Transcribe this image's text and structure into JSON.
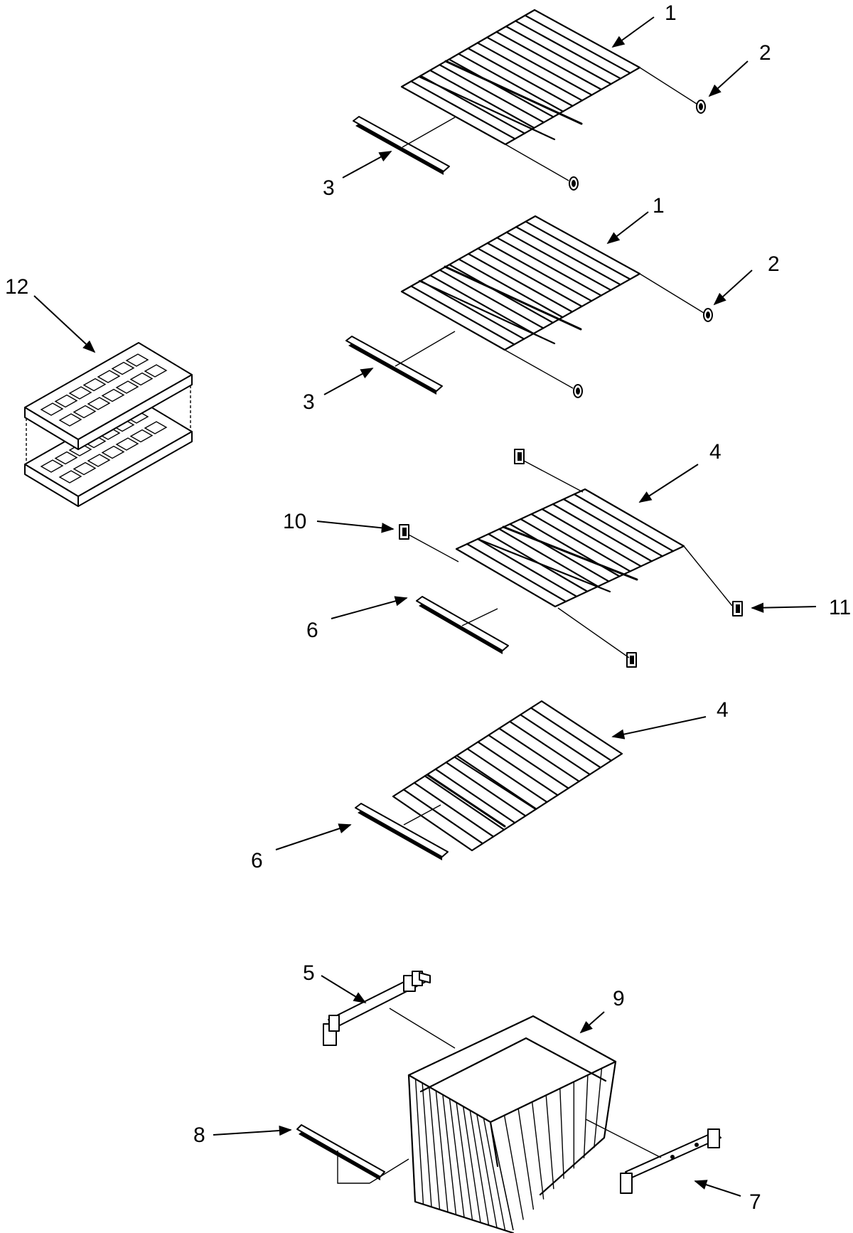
{
  "diagram": {
    "callouts": {
      "c1a": "1",
      "c2a": "2",
      "c3a": "3",
      "c1b": "1",
      "c2b": "2",
      "c3b": "3",
      "c12": "12",
      "c4a": "4",
      "c10": "10",
      "c11": "11",
      "c6a": "6",
      "c4b": "4",
      "c6b": "6",
      "c5": "5",
      "c9": "9",
      "c8": "8",
      "c7": "7"
    }
  }
}
